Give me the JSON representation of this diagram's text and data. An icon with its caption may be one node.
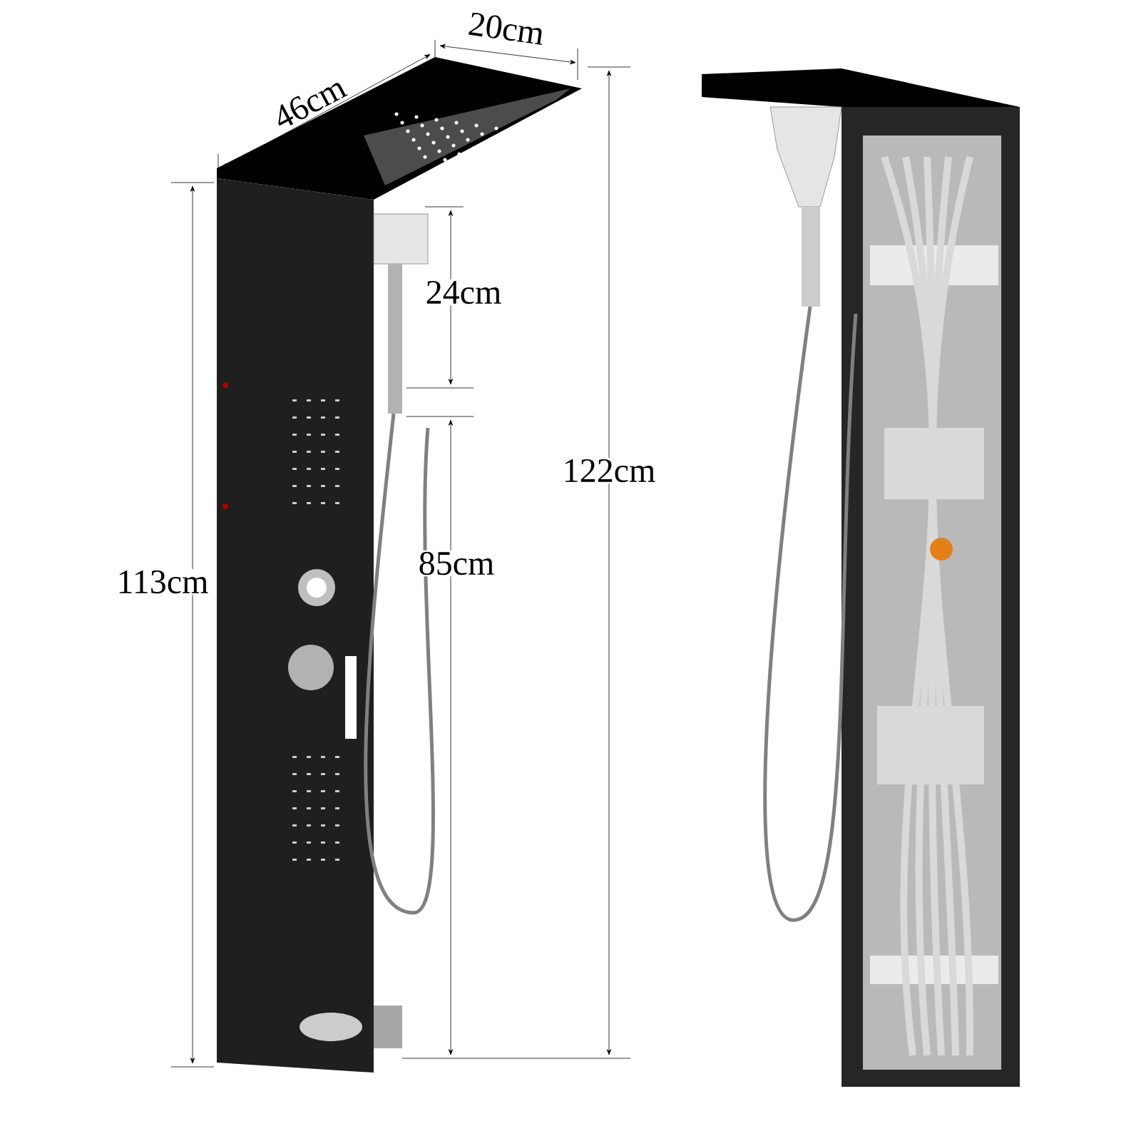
{
  "diagram": {
    "labels": [
      "46cm",
      "20cm",
      "24cm",
      "122cm",
      "113cm",
      "85cm"
    ]
  }
}
